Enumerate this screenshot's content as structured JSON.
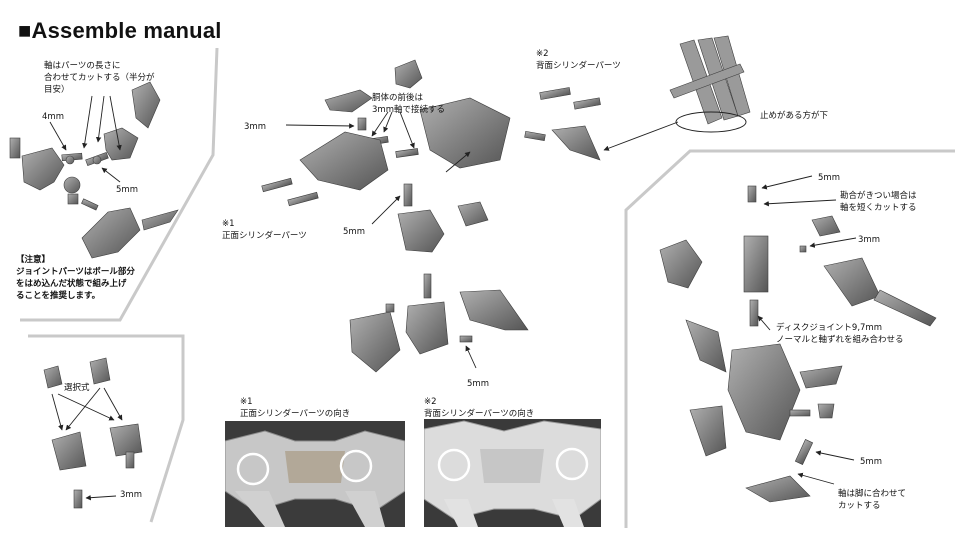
{
  "title": "■Assemble manual",
  "labels": {
    "axis_cut": "軸はパーツの長さに",
    "axis_cut2": "合わせてカットする（半分が",
    "axis_cut3": "目安）",
    "mm4": "4mm",
    "mm5_left": "5mm",
    "mm3_center": "3mm",
    "body_connect1": "胴体の前後は",
    "body_connect2": "3mm軸で接続する",
    "ref2_top": "※2",
    "back_cyl": "背面シリンダーパーツ",
    "stopper": "止めがある方が下",
    "ref1_left": "※1",
    "front_cyl": "正面シリンダーパーツ",
    "mm5_center": "5mm",
    "mm5_center_low": "5mm",
    "mm5_right_top": "5mm",
    "tight1": "勘合がきつい場合は",
    "tight2": "軸を短くカットする",
    "mm3_right": "3mm",
    "disc1": "ディスクジョイント9,7mm",
    "disc2": "ノーマルと軸ずれを組み合わせる",
    "mm5_right_low": "5mm",
    "leg_cut1": "軸は脚に合わせて",
    "leg_cut2": "カットする",
    "select": "選択式",
    "mm3_bottom_left": "3mm",
    "ref1_photo": "※1",
    "front_dir": "正面シリンダーパーツの向き",
    "ref2_photo": "※2",
    "back_dir": "背面シリンダーパーツの向き"
  },
  "caution": {
    "head": "【注意】",
    "line1": "ジョイントパーツはボール部分",
    "line2": "をはめ込んだ状態で組み上げ",
    "line3": "ることを推奨します。"
  },
  "colors": {
    "part": "#8a8a8a",
    "part_dark": "#5c5c5c",
    "divider": "#c8c8c8"
  }
}
